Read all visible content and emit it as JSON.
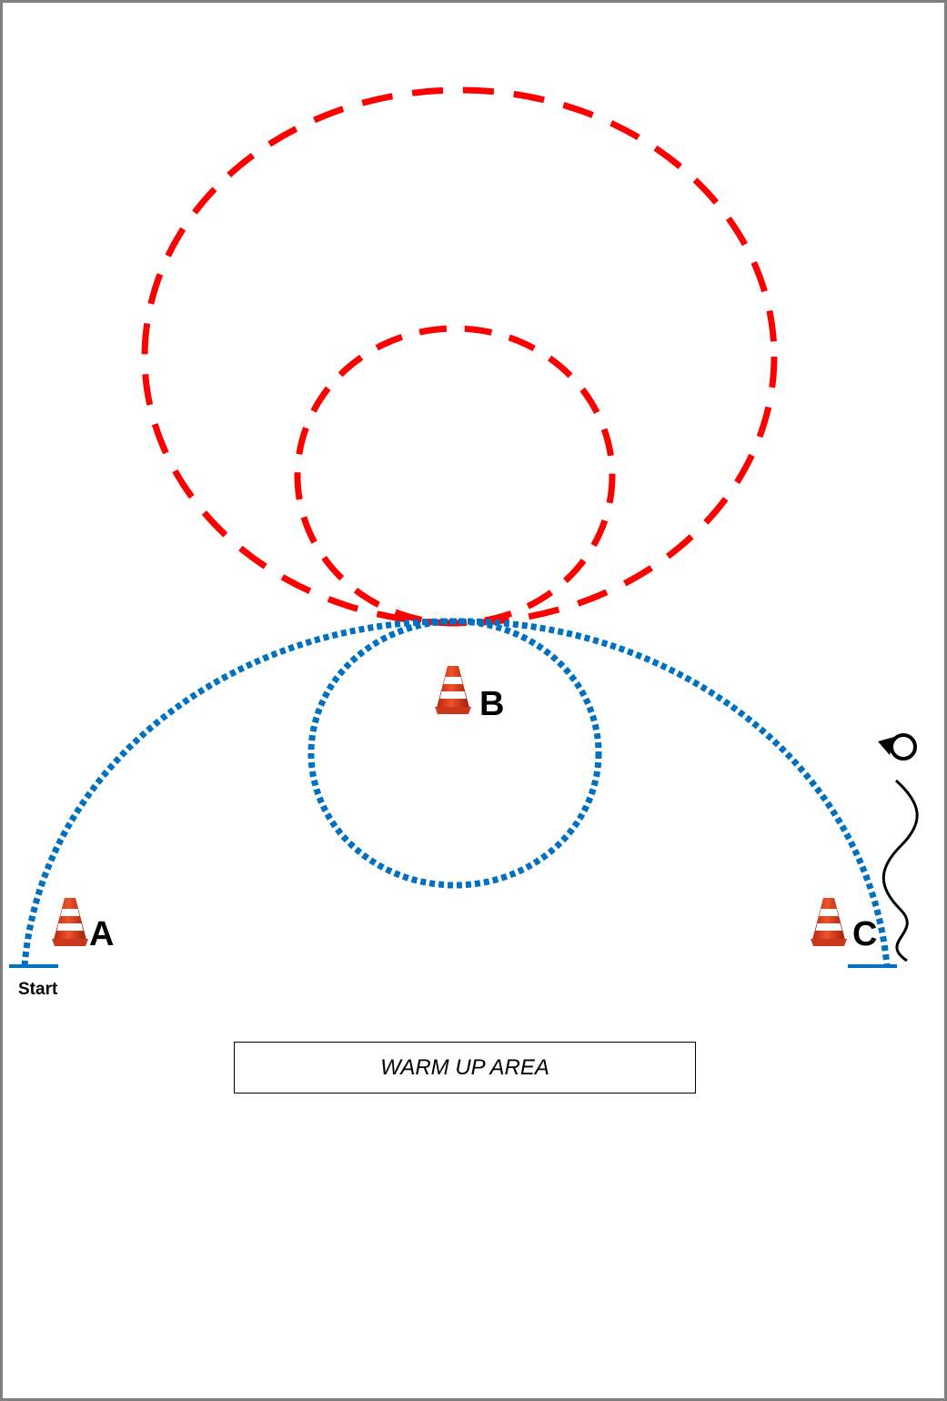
{
  "cones": {
    "a": {
      "label": "A"
    },
    "b": {
      "label": "B"
    },
    "c": {
      "label": "C"
    }
  },
  "start_label": "Start",
  "warm_up_area_label": "WARM UP AREA",
  "colors": {
    "canter_path": "#ff0000",
    "trot_path": "#0070c0",
    "border": "#7f7f7f",
    "cone_orange": "#e8401c",
    "cone_white": "#ffffff",
    "line": "#000000"
  },
  "icons": {
    "cone": "traffic-cone-icon",
    "rein_back": "wavy-line-with-circle-arrow-icon"
  }
}
